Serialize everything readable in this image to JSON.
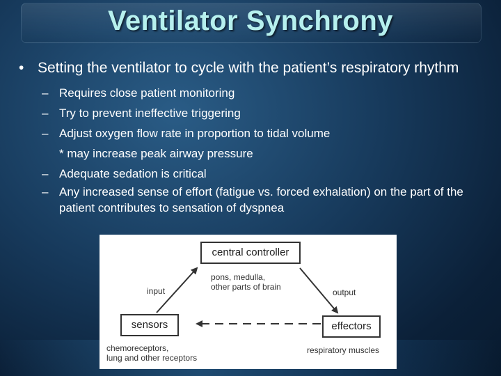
{
  "slide": {
    "title": "Ventilator Synchrony",
    "bullet": {
      "mark": "•",
      "text": "Setting the ventilator to cycle with the patient’s respiratory rhythm"
    },
    "subbullets": [
      {
        "mark": "–",
        "text": "Requires close patient monitoring"
      },
      {
        "mark": "–",
        "text": "Try to prevent ineffective triggering"
      },
      {
        "mark": "–",
        "text": "Adjust oxygen flow rate in proportion to tidal volume",
        "continuation": "* may increase peak airway pressure"
      },
      {
        "mark": "–",
        "text": "Adequate sedation is critical"
      },
      {
        "mark": "–",
        "text": "Any increased sense of effort (fatigue vs. forced exhalation) on the part of the patient contributes to sensation of dyspnea"
      }
    ]
  },
  "diagram": {
    "central_controller": "central controller",
    "controller_note_line1": "pons, medulla,",
    "controller_note_line2": "other parts of brain",
    "input": "input",
    "output": "output",
    "sensors": "sensors",
    "effectors": "effectors",
    "sensors_note_line1": "chemoreceptors,",
    "sensors_note_line2": "lung and other receptors",
    "effectors_note": "respiratory muscles"
  }
}
